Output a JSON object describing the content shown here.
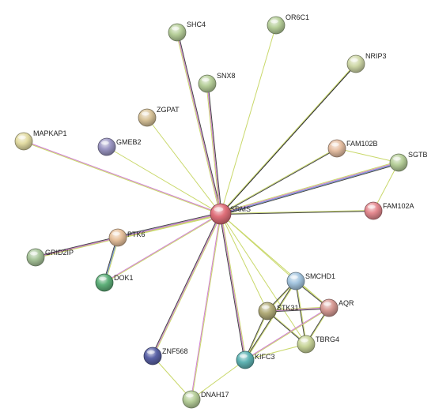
{
  "nodes": [
    {
      "id": "SRMS",
      "label": "SRMS",
      "color": "#e0707a"
    },
    {
      "id": "SHC4",
      "label": "SHC4",
      "color": "#b7cf9a"
    },
    {
      "id": "OR6C1",
      "label": "OR6C1",
      "color": "#b7cf9a"
    },
    {
      "id": "SNX8",
      "label": "SNX8",
      "color": "#b7cf9a"
    },
    {
      "id": "NRIP3",
      "label": "NRIP3",
      "color": "#cfd8a8"
    },
    {
      "id": "ZGPAT",
      "label": "ZGPAT",
      "color": "#d9c49a"
    },
    {
      "id": "GMEB2",
      "label": "GMEB2",
      "color": "#9c97c4"
    },
    {
      "id": "MAPKAP1",
      "label": "MAPKAP1",
      "color": "#e3dca3"
    },
    {
      "id": "FAM102B",
      "label": "FAM102B",
      "color": "#e6bfa3"
    },
    {
      "id": "SGTB",
      "label": "SGTB",
      "color": "#b7cf9a"
    },
    {
      "id": "FAM102A",
      "label": "FAM102A",
      "color": "#e58a90"
    },
    {
      "id": "PTK6",
      "label": "PTK6",
      "color": "#e8c29d"
    },
    {
      "id": "GRID2IP",
      "label": "GRID2IP",
      "color": "#a8c59a"
    },
    {
      "id": "DOK1",
      "label": "DOK1",
      "color": "#5fb07a"
    },
    {
      "id": "SMCHD1",
      "label": "SMCHD1",
      "color": "#a5c6e0"
    },
    {
      "id": "STK31",
      "label": "STK31",
      "color": "#b3ad7a"
    },
    {
      "id": "AQR",
      "label": "AQR",
      "color": "#d79b95"
    },
    {
      "id": "TBRG4",
      "label": "TBRG4",
      "color": "#c9d59a"
    },
    {
      "id": "KIFC3",
      "label": "KIFC3",
      "color": "#5fb4b4"
    },
    {
      "id": "ZNF568",
      "label": "ZNF568",
      "color": "#5a62a6"
    },
    {
      "id": "DNAH17",
      "label": "DNAH17",
      "color": "#b7cf9a"
    }
  ],
  "edges": [
    {
      "source": "SRMS",
      "target": "SHC4",
      "colors": [
        "#c9d86a",
        "#d07fd0",
        "#444"
      ]
    },
    {
      "source": "SRMS",
      "target": "OR6C1",
      "colors": [
        "#c9d86a"
      ]
    },
    {
      "source": "SRMS",
      "target": "SNX8",
      "colors": [
        "#c9d86a",
        "#d07fd0",
        "#444"
      ]
    },
    {
      "source": "SRMS",
      "target": "NRIP3",
      "colors": [
        "#c9d86a",
        "#222"
      ]
    },
    {
      "source": "SRMS",
      "target": "ZGPAT",
      "colors": [
        "#c9d86a"
      ]
    },
    {
      "source": "SRMS",
      "target": "GMEB2",
      "colors": [
        "#c9d86a"
      ]
    },
    {
      "source": "SRMS",
      "target": "MAPKAP1",
      "colors": [
        "#c9d86a",
        "#d07fd0"
      ]
    },
    {
      "source": "SRMS",
      "target": "FAM102B",
      "colors": [
        "#c9d86a",
        "#444"
      ]
    },
    {
      "source": "SRMS",
      "target": "SGTB",
      "colors": [
        "#c9d86a",
        "#d07fd0",
        "#6b8fd6",
        "#444"
      ]
    },
    {
      "source": "SRMS",
      "target": "FAM102A",
      "colors": [
        "#c9d86a",
        "#444"
      ]
    },
    {
      "source": "SRMS",
      "target": "PTK6",
      "colors": [
        "#c9d86a",
        "#d07fd0",
        "#6b8fd6",
        "#444"
      ]
    },
    {
      "source": "SRMS",
      "target": "GRID2IP",
      "colors": [
        "#c9d86a",
        "#d07fd0"
      ]
    },
    {
      "source": "SRMS",
      "target": "DOK1",
      "colors": [
        "#c9d86a",
        "#d07fd0"
      ]
    },
    {
      "source": "SRMS",
      "target": "SMCHD1",
      "colors": [
        "#c9d86a"
      ]
    },
    {
      "source": "SRMS",
      "target": "STK31",
      "colors": [
        "#c9d86a"
      ]
    },
    {
      "source": "SRMS",
      "target": "AQR",
      "colors": [
        "#c9d86a"
      ]
    },
    {
      "source": "SRMS",
      "target": "TBRG4",
      "colors": [
        "#c9d86a"
      ]
    },
    {
      "source": "SRMS",
      "target": "KIFC3",
      "colors": [
        "#c9d86a",
        "#d07fd0",
        "#444"
      ]
    },
    {
      "source": "SRMS",
      "target": "ZNF568",
      "colors": [
        "#c9d86a",
        "#d07fd0",
        "#444"
      ]
    },
    {
      "source": "SRMS",
      "target": "DNAH17",
      "colors": [
        "#c9d86a",
        "#d07fd0"
      ]
    },
    {
      "source": "FAM102B",
      "target": "SGTB",
      "colors": [
        "#c9d86a"
      ]
    },
    {
      "source": "SGTB",
      "target": "FAM102A",
      "colors": [
        "#c9d86a"
      ]
    },
    {
      "source": "PTK6",
      "target": "GRID2IP",
      "colors": [
        "#c9d86a",
        "#d07fd0",
        "#444"
      ]
    },
    {
      "source": "PTK6",
      "target": "DOK1",
      "colors": [
        "#c9d86a",
        "#6b8fd6",
        "#444"
      ]
    },
    {
      "source": "SMCHD1",
      "target": "STK31",
      "colors": [
        "#c9d86a",
        "#444"
      ]
    },
    {
      "source": "SMCHD1",
      "target": "AQR",
      "colors": [
        "#c9d86a",
        "#444"
      ]
    },
    {
      "source": "SMCHD1",
      "target": "TBRG4",
      "colors": [
        "#c9d86a",
        "#444"
      ]
    },
    {
      "source": "SMCHD1",
      "target": "KIFC3",
      "colors": [
        "#c9d86a",
        "#444"
      ]
    },
    {
      "source": "STK31",
      "target": "AQR",
      "colors": [
        "#c9d86a",
        "#d07fd0",
        "#444"
      ]
    },
    {
      "source": "STK31",
      "target": "TBRG4",
      "colors": [
        "#c9d86a",
        "#444"
      ]
    },
    {
      "source": "STK31",
      "target": "KIFC3",
      "colors": [
        "#c9d86a",
        "#444"
      ]
    },
    {
      "source": "AQR",
      "target": "TBRG4",
      "colors": [
        "#c9d86a",
        "#444"
      ]
    },
    {
      "source": "AQR",
      "target": "KIFC3",
      "colors": [
        "#c9d86a",
        "#d07fd0"
      ]
    },
    {
      "source": "TBRG4",
      "target": "KIFC3",
      "colors": [
        "#c9d86a"
      ]
    },
    {
      "source": "KIFC3",
      "target": "DNAH17",
      "colors": [
        "#c9d86a"
      ]
    },
    {
      "source": "ZNF568",
      "target": "DNAH17",
      "colors": [
        "#c9d86a"
      ]
    }
  ]
}
